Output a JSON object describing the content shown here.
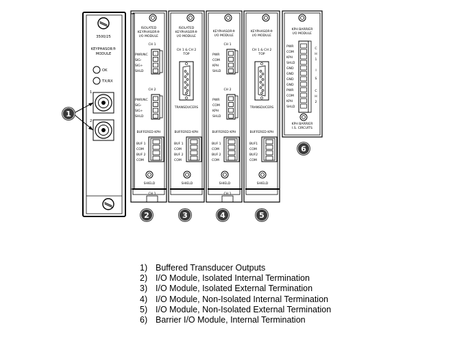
{
  "modules": {
    "main": {
      "model": "3500/25",
      "name_line1": "KEYPHASOR®",
      "name_line2": "MODULE",
      "ok": "OK",
      "txrx": "TX/RX",
      "ch1": "1",
      "ch2": "2"
    },
    "m2": {
      "title1": "ISOLATED",
      "title2": "KEYPHASOR®",
      "title3": "I/O MODULE",
      "ch1": "CH 1",
      "pins_a": [
        "PWR/NC",
        "SIG-",
        "SIG+",
        "SHLD"
      ],
      "ch2": "CH 2",
      "pins_b": [
        "PWR/NC",
        "SIG-",
        "SIG+",
        "SHLD"
      ],
      "buffered": "BUFFERED KPH",
      "pins_c": [
        "BUF 1",
        "COM",
        "BUF 2",
        "COM"
      ],
      "shield": "SHIELD",
      "bottom": "CH 1"
    },
    "m3": {
      "title1": "ISOLATED",
      "title2": "KEYPHASOR®",
      "title3": "I/O MODULE",
      "ch_top": "CH 1 & CH 2",
      "ch_top2": "TOP",
      "transducers": "TRANSDUCERS",
      "buffered": "BUFFERED KPH",
      "pins_c": [
        "BUF 1",
        "COM",
        "BUF 2",
        "COM"
      ],
      "shield": "SHIELD"
    },
    "m4": {
      "title1": "KEYPHASOR®",
      "title2": "I/O MODULE",
      "ch1": "CH 1",
      "pins_a": [
        "PWR",
        "COM",
        "KPH",
        "SHLD"
      ],
      "ch2": "CH 2",
      "pins_b": [
        "PWR",
        "COM",
        "KPH",
        "SHLD"
      ],
      "buffered": "BUFFERED KPH",
      "pins_c": [
        "BUF 1",
        "COM",
        "BUF 2",
        "COM"
      ],
      "shield": "SHIELD",
      "bottom": "CH 1"
    },
    "m5": {
      "title1": "KEYPHASOR®",
      "title2": "I/O MODULE",
      "ch_top": "CH 1 & CH 2",
      "ch_top2": "TOP",
      "transducers": "TRANSDUCERS",
      "buffered": "BUFFERED KPH",
      "pins_c": [
        "BUF1",
        "COM",
        "BUF2",
        "COM"
      ],
      "shield": "SHIELD"
    },
    "m6": {
      "title1": "KPH BARRIER",
      "title2": "I/O MODULE",
      "pins": [
        "PWR",
        "COM",
        "KPH",
        "SHLD",
        "GND",
        "GND",
        "GND",
        "GND",
        "PWR",
        "COM",
        "KPH",
        "SHLD"
      ],
      "side": [
        "C",
        "H",
        "1",
        "I",
        "S",
        "C",
        "H",
        "2"
      ],
      "bottom1": "KPH BARRIER",
      "bottom2": "I.S. CIRCUITS"
    }
  },
  "callouts": [
    "1",
    "2",
    "3",
    "4",
    "5",
    "6"
  ],
  "legend": [
    {
      "num": "1)",
      "text": "Buffered Transducer Outputs"
    },
    {
      "num": "2)",
      "text": "I/O Module, Isolated Internal Termination"
    },
    {
      "num": "3)",
      "text": "I/O Module, Isolated External Termination"
    },
    {
      "num": "4)",
      "text": "I/O Module, Non-Isolated Internal Termination"
    },
    {
      "num": "5)",
      "text": "I/O Module, Non-Isolated External Termination"
    },
    {
      "num": "6)",
      "text": "Barrier I/O Module, Internal Termination"
    }
  ]
}
